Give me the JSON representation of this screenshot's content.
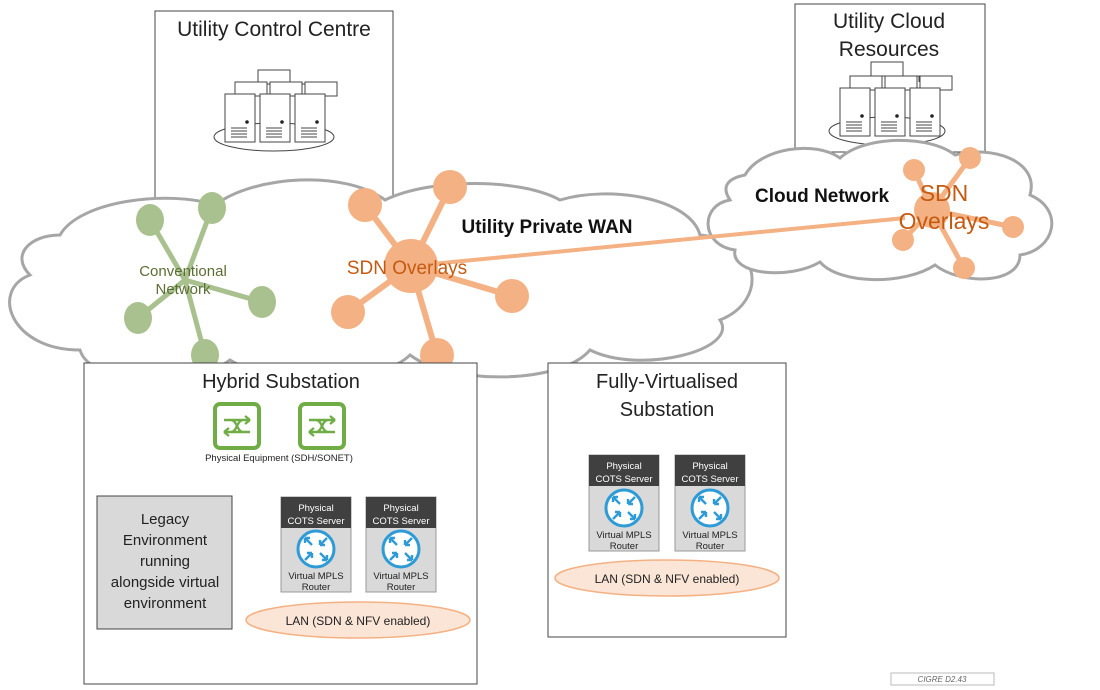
{
  "control_centre": {
    "title": "Utility Control Centre"
  },
  "cloud_resources": {
    "title_line1": "Utility Cloud",
    "title_line2": "Resources"
  },
  "wan": {
    "label": "Utility Private WAN"
  },
  "conventional": {
    "line1": "Conventional",
    "line2": "Network"
  },
  "sdn_main": {
    "label": "SDN Overlays"
  },
  "cloud_network": {
    "label": "Cloud Network",
    "sdn_line1": "SDN",
    "sdn_line2": "Overlays"
  },
  "hybrid": {
    "title": "Hybrid Substation",
    "physical_equipment": "Physical Equipment (SDH/SONET)",
    "legacy": [
      "Legacy",
      "Environment",
      "running",
      "alongside virtual",
      "environment"
    ],
    "lan": "LAN (SDN & NFV enabled)"
  },
  "full_virtual": {
    "title_line1": "Fully-Virtualised",
    "title_line2": "Substation",
    "lan": "LAN (SDN & NFV enabled)"
  },
  "server": {
    "header_line1": "Physical",
    "header_line2": "COTS Server",
    "router_line1": "Virtual MPLS",
    "router_line2": "Router"
  },
  "footer": {
    "credit": "CIGRE D2.43"
  },
  "colors": {
    "sdn": "#f4b183",
    "sdn_text": "#c55a11",
    "conventional": "#a9c18f",
    "conventional_text": "#5a6e33",
    "switch": "#70ad47",
    "router": "#2e9bd6",
    "server_header": "#404040"
  },
  "icons": [
    "server-rack-icon",
    "network-switch-icon",
    "router-icon"
  ]
}
